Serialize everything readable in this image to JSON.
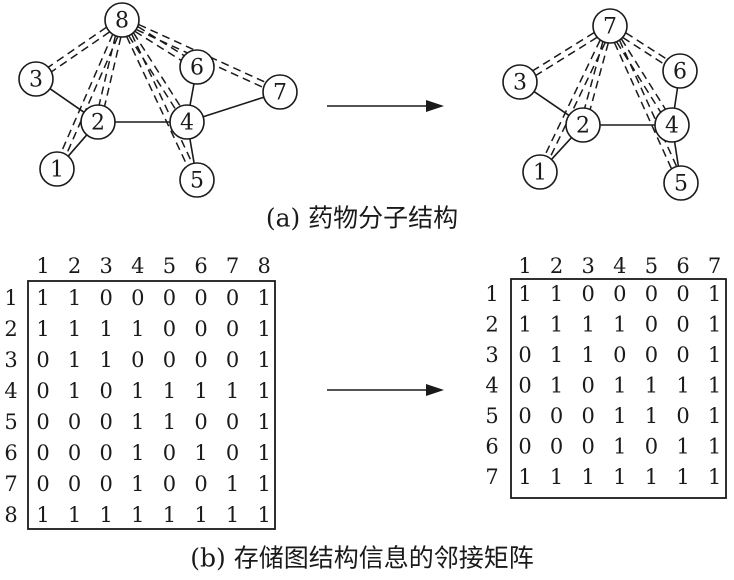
{
  "captions": {
    "a": "(a) 药物分子结构",
    "b": "(b) 存储图结构信息的邻接矩阵"
  },
  "graph_left": {
    "nodes": [
      "1",
      "2",
      "3",
      "4",
      "5",
      "6",
      "7",
      "8"
    ],
    "solid_edges": [
      [
        "3",
        "2"
      ],
      [
        "1",
        "2"
      ],
      [
        "2",
        "4"
      ],
      [
        "4",
        "6"
      ],
      [
        "4",
        "7"
      ],
      [
        "4",
        "5"
      ]
    ],
    "dashed_edges": [
      [
        "8",
        "3"
      ],
      [
        "8",
        "2"
      ],
      [
        "8",
        "1"
      ],
      [
        "8",
        "4"
      ],
      [
        "8",
        "5"
      ],
      [
        "8",
        "6"
      ],
      [
        "8",
        "7"
      ]
    ]
  },
  "graph_right": {
    "nodes": [
      "1",
      "2",
      "3",
      "4",
      "5",
      "6",
      "7"
    ],
    "solid_edges": [
      [
        "3",
        "2"
      ],
      [
        "1",
        "2"
      ],
      [
        "2",
        "4"
      ],
      [
        "4",
        "6"
      ],
      [
        "4",
        "5"
      ]
    ],
    "dashed_edges": [
      [
        "7",
        "3"
      ],
      [
        "7",
        "2"
      ],
      [
        "7",
        "1"
      ],
      [
        "7",
        "4"
      ],
      [
        "7",
        "5"
      ],
      [
        "7",
        "6"
      ]
    ]
  },
  "matrix_left": {
    "col_labels": [
      "1",
      "2",
      "3",
      "4",
      "5",
      "6",
      "7",
      "8"
    ],
    "row_labels": [
      "1",
      "2",
      "3",
      "4",
      "5",
      "6",
      "7",
      "8"
    ],
    "rows": [
      [
        "1",
        "1",
        "0",
        "0",
        "0",
        "0",
        "0",
        "1"
      ],
      [
        "1",
        "1",
        "1",
        "1",
        "0",
        "0",
        "0",
        "1"
      ],
      [
        "0",
        "1",
        "1",
        "0",
        "0",
        "0",
        "0",
        "1"
      ],
      [
        "0",
        "1",
        "0",
        "1",
        "1",
        "1",
        "1",
        "1"
      ],
      [
        "0",
        "0",
        "0",
        "1",
        "1",
        "0",
        "0",
        "1"
      ],
      [
        "0",
        "0",
        "0",
        "1",
        "0",
        "1",
        "0",
        "1"
      ],
      [
        "0",
        "0",
        "0",
        "1",
        "0",
        "0",
        "1",
        "1"
      ],
      [
        "1",
        "1",
        "1",
        "1",
        "1",
        "1",
        "1",
        "1"
      ]
    ]
  },
  "matrix_right": {
    "col_labels": [
      "1",
      "2",
      "3",
      "4",
      "5",
      "6",
      "7"
    ],
    "row_labels": [
      "1",
      "2",
      "3",
      "4",
      "5",
      "6",
      "7"
    ],
    "rows": [
      [
        "1",
        "1",
        "0",
        "0",
        "0",
        "0",
        "1"
      ],
      [
        "1",
        "1",
        "1",
        "1",
        "0",
        "0",
        "1"
      ],
      [
        "0",
        "1",
        "1",
        "0",
        "0",
        "0",
        "1"
      ],
      [
        "0",
        "1",
        "0",
        "1",
        "1",
        "1",
        "1"
      ],
      [
        "0",
        "0",
        "0",
        "1",
        "1",
        "0",
        "1"
      ],
      [
        "0",
        "0",
        "0",
        "1",
        "0",
        "1",
        "1"
      ],
      [
        "1",
        "1",
        "1",
        "1",
        "1",
        "1",
        "1"
      ]
    ]
  }
}
